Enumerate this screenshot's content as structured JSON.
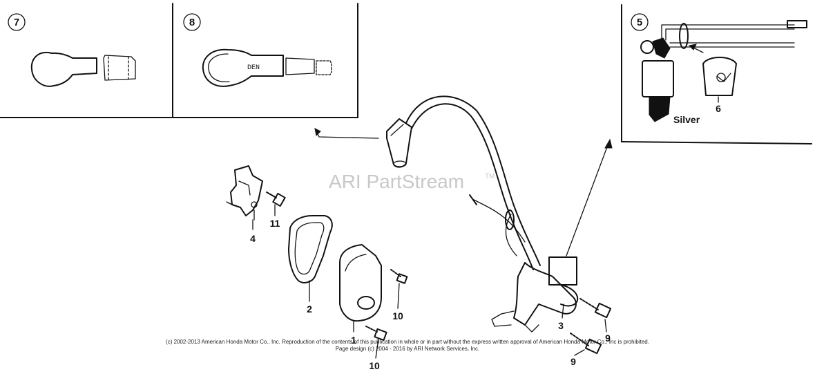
{
  "watermark": {
    "text": "ARI PartStream",
    "mark": "TM"
  },
  "insets": [
    {
      "id": "7",
      "label": "7"
    },
    {
      "id": "8",
      "label": "8",
      "cap_marking": "DEN"
    },
    {
      "id": "5",
      "label": "5",
      "color_note": "Silver"
    }
  ],
  "callouts": [
    {
      "label": "1"
    },
    {
      "label": "2"
    },
    {
      "label": "3"
    },
    {
      "label": "4"
    },
    {
      "label": "6"
    },
    {
      "label": "9"
    },
    {
      "label": "9"
    },
    {
      "label": "10"
    },
    {
      "label": "10"
    },
    {
      "label": "11"
    }
  ],
  "footer": {
    "copyright": "(c) 2002-2013 American Honda Motor Co., Inc. Reproduction of the contents of this publication in whole or in part without the express written approval of American Honda Motor Co., Inc is prohibited.",
    "page_design": "Page design (c) 2004 - 2016 by ARI Network Services, Inc."
  }
}
